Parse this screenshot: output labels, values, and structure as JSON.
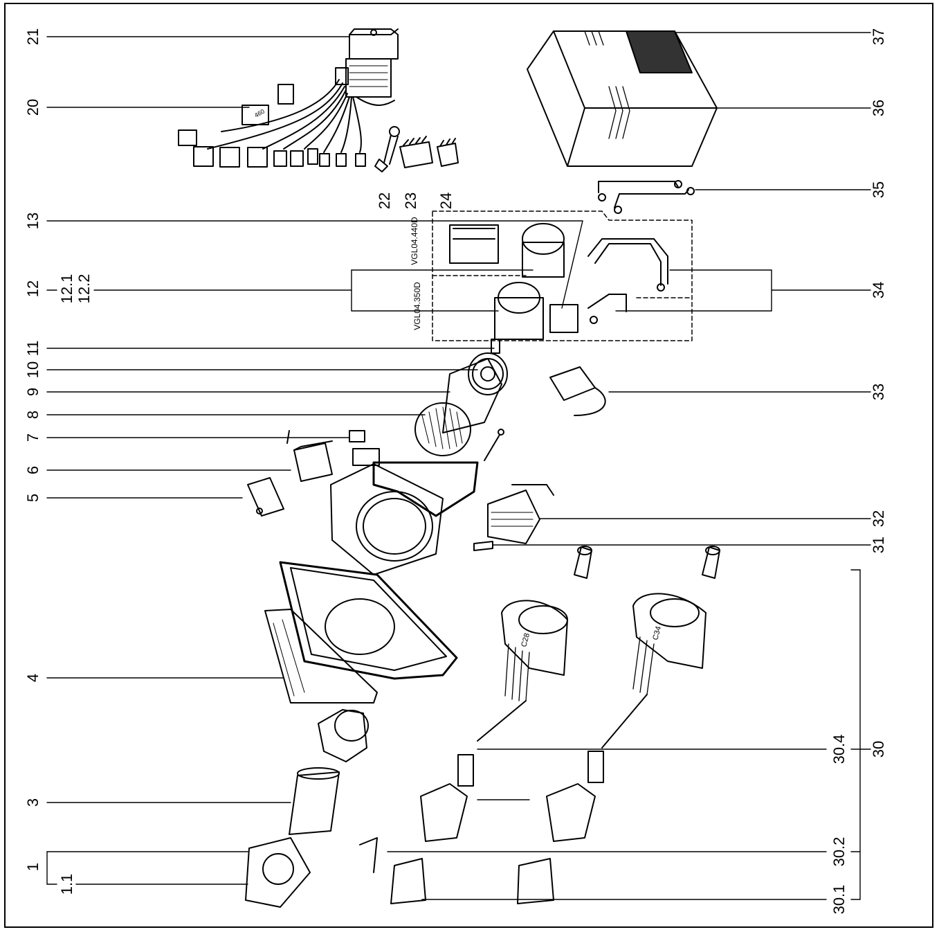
{
  "left_labels": [
    "21",
    "20",
    "13",
    "12",
    "12.1",
    "12.2",
    "11",
    "10",
    "9",
    "8",
    "7",
    "6",
    "5",
    "4",
    "3",
    "1",
    "1.1"
  ],
  "right_labels": [
    "37",
    "36",
    "35",
    "34",
    "33",
    "32",
    "31",
    "30",
    "30.4",
    "30.2",
    "30.1"
  ],
  "top_labels": [
    "22",
    "23",
    "24"
  ],
  "valve_labels": {
    "upper": "VGL04.440D",
    "lower": "VGL04.350D"
  },
  "part_stamps": {
    "p20": "460",
    "p30a": "C28",
    "p30b": "C34"
  }
}
